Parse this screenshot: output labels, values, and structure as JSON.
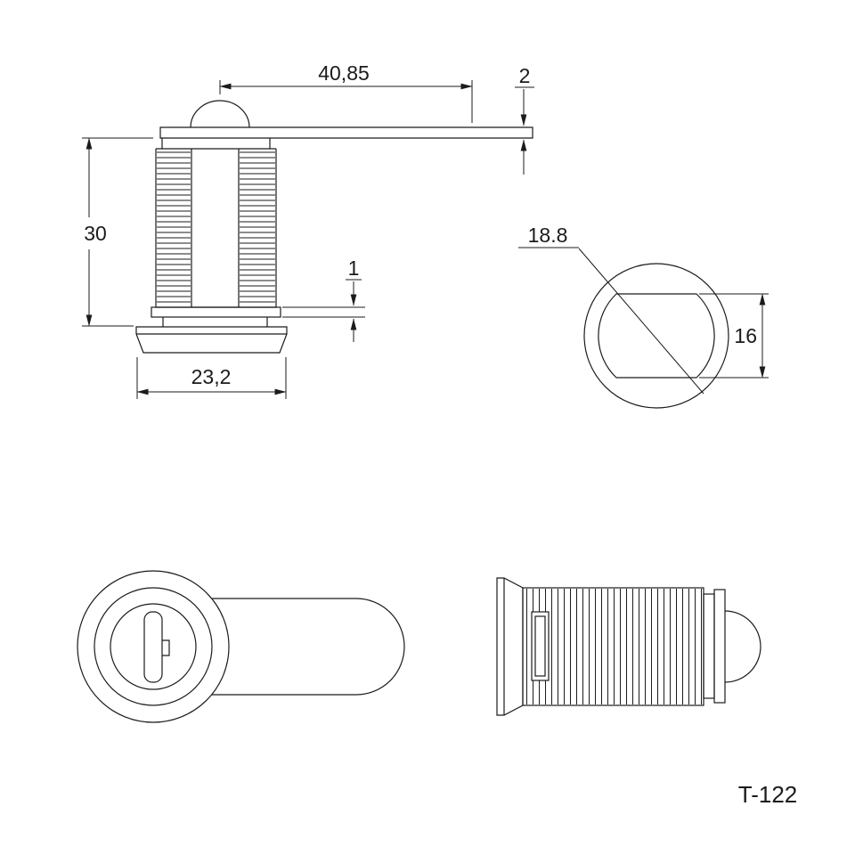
{
  "drawing": {
    "part_number": "T-122",
    "dimensions": {
      "cam_length": "40,85",
      "cam_thickness": "2",
      "body_height": "30",
      "washer_thickness": "1",
      "base_width": "23,2",
      "hole_diameter": "18.8",
      "hole_flat_width": "16"
    }
  }
}
